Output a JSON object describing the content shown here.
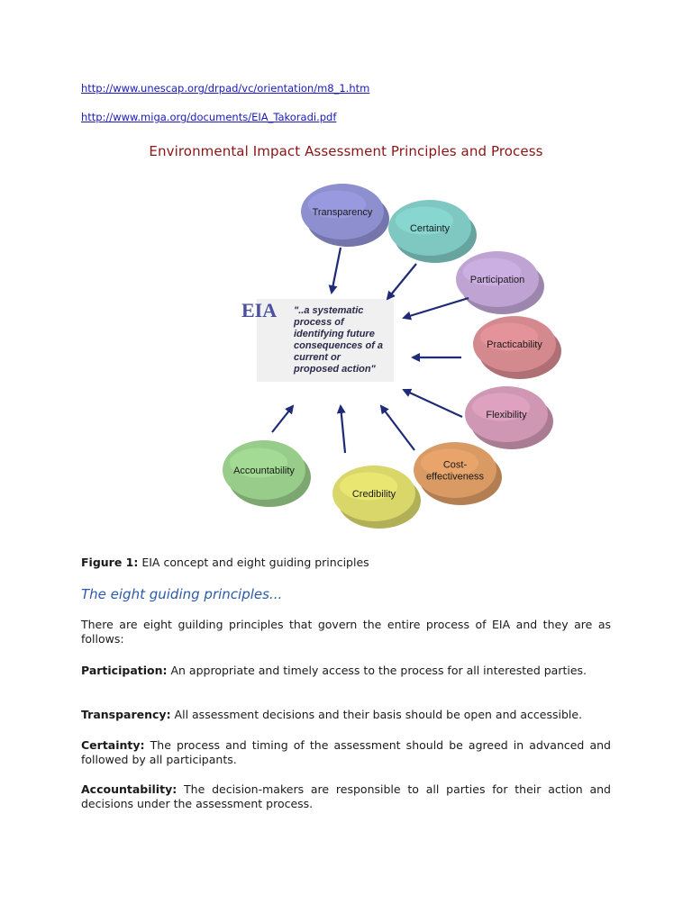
{
  "links": [
    "http://www.unescap.org/drpad/vc/orientation/m8_1.htm",
    "http://www.miga.org/documents/EIA_Takoradi.pdf"
  ],
  "title": "Environmental Impact Assessment Principles and Process",
  "diagram": {
    "center_logo": "EIA",
    "center_quote_lines": [
      "\"..a systematic",
      "process of",
      "identifying future",
      "consequences of a",
      "current or",
      "proposed action\""
    ],
    "principles": [
      {
        "label": "Transparency",
        "color": "#8e8fcf"
      },
      {
        "label": "Certainty",
        "color": "#7fc8c2"
      },
      {
        "label": "Participation",
        "color": "#bea3d3"
      },
      {
        "label": "Practicability",
        "color": "#d4898f"
      },
      {
        "label": "Flexibility",
        "color": "#cf97b3"
      },
      {
        "label_lines": [
          "Cost-",
          "effectiveness"
        ],
        "color": "#d99a64"
      },
      {
        "label": "Credibility",
        "color": "#d9d76a"
      },
      {
        "label": "Accountability",
        "color": "#98cc8a"
      }
    ],
    "arrow_color": "#1f2a78"
  },
  "caption": {
    "bold": "Figure 1:",
    "text": " EIA concept and eight guiding principles"
  },
  "heading": "The eight guiding principles...",
  "intro": "There are eight guilding principles that govern the entire process of EIA and they are as follows:",
  "definitions": [
    {
      "term": "Participation:",
      "text": " An appropriate and timely access to the process for all interested parties."
    },
    {
      "term": "Transparency:",
      "text": " All assessment decisions and their basis should be open and accessible."
    },
    {
      "term": "Certainty:",
      "text": " The process and timing of the assessment should be agreed in advanced and followed by all participants."
    },
    {
      "term": "Accountability:",
      "text": " The decision-makers are responsible to all parties for their action and decisions under the assessment process."
    }
  ]
}
